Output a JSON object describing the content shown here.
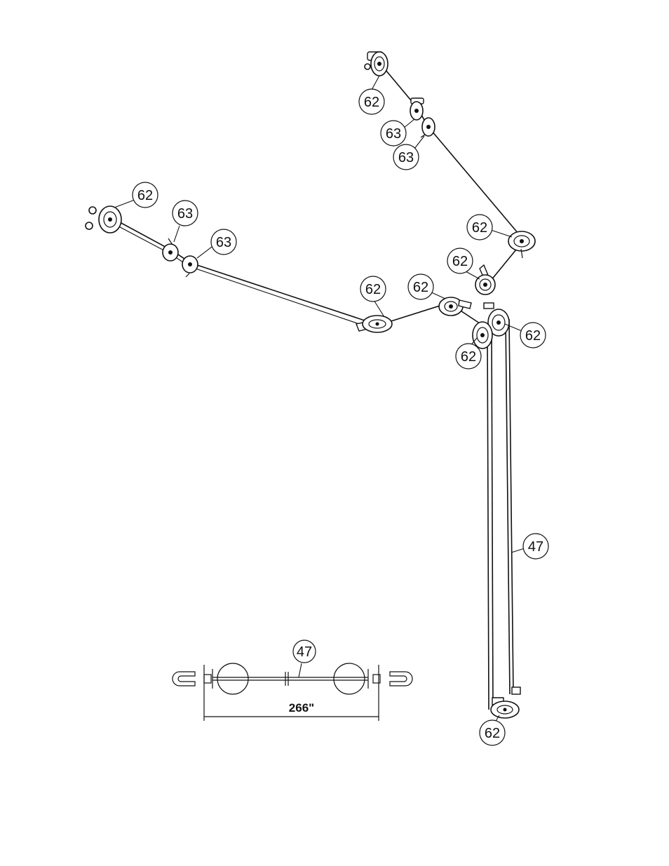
{
  "callouts": {
    "c1": "62",
    "c2": "63",
    "c3": "63",
    "c4": "62",
    "c5": "63",
    "c6": "63",
    "c7": "62",
    "c8": "62",
    "c9": "62",
    "c10": "62",
    "c11": "62",
    "c12": "62",
    "c13": "47",
    "c14": "62",
    "c15": "47"
  },
  "cable_detail": {
    "length_label": "266\""
  },
  "colors": {
    "line": "#111111",
    "background": "#ffffff"
  }
}
